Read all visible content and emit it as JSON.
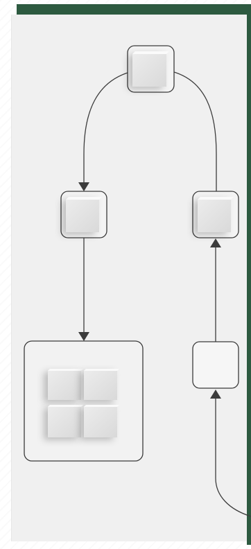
{
  "colors": {
    "frame": "#2d5a40",
    "panel": "#f0f0f0",
    "line": "#3c3c3c",
    "node_border": "#3a3a3a",
    "cube_face": "#e6e6e6",
    "cube_top": "#fafafa",
    "cube_side": "#cfcfcf"
  },
  "diagram": {
    "nodes": [
      {
        "id": "top",
        "icon": "cube-icon"
      },
      {
        "id": "left-middle",
        "icon": "cube-icon"
      },
      {
        "id": "right-middle",
        "icon": "cube-icon"
      },
      {
        "id": "grid",
        "icon": "four-cube-grid-icon"
      },
      {
        "id": "right-empty",
        "icon": ""
      }
    ],
    "edges": [
      {
        "from": "top",
        "to": "left-middle",
        "arrow": "down"
      },
      {
        "from": "right-middle",
        "to": "top",
        "arrow": "none"
      },
      {
        "from": "left-middle",
        "to": "grid",
        "arrow": "down"
      },
      {
        "from": "right-empty",
        "to": "right-middle",
        "arrow": "up"
      },
      {
        "from": "offscreen-bottom-right",
        "to": "right-empty",
        "arrow": "up"
      }
    ]
  }
}
